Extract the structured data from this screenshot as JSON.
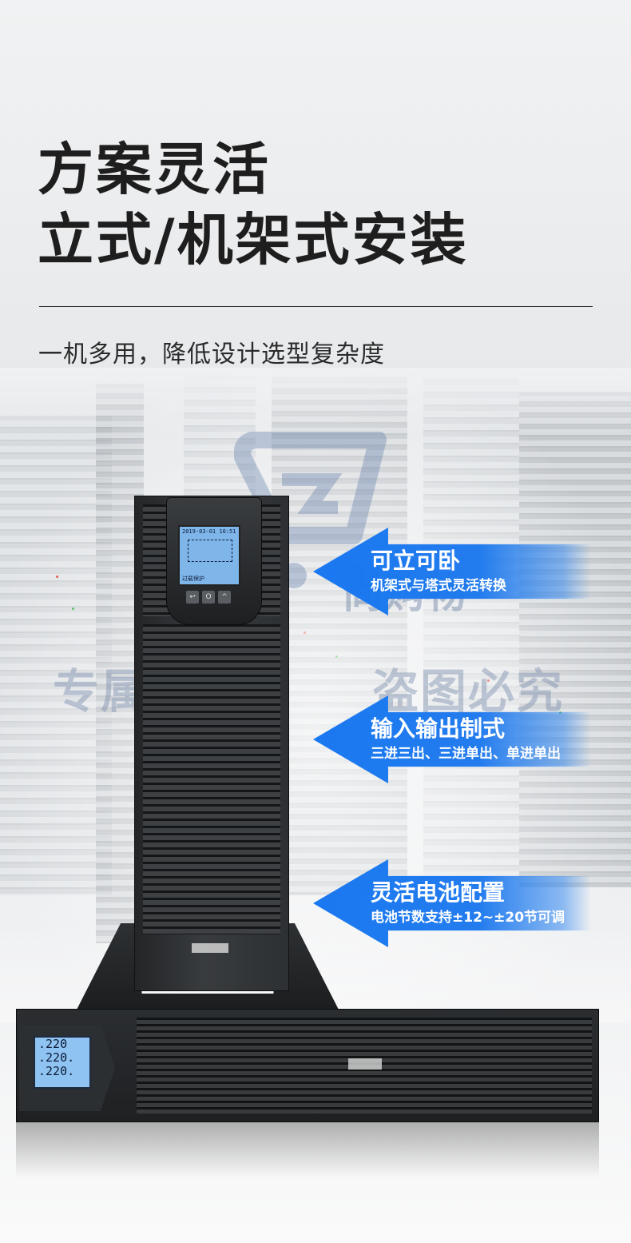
{
  "hero": {
    "title_line1": "方案灵活",
    "title_line2": "立式/机架式安装",
    "subtitle": "一机多用，降低设计选型复杂度"
  },
  "watermark": {
    "brand": "尚购物",
    "left_text": "专属主图",
    "right_text": "盗图必究",
    "color": "#6f84a6"
  },
  "tower_ups": {
    "lcd_top": "2019-03-01  10:51",
    "lcd_bottom": "过载保护",
    "buttons": [
      "↩",
      "O",
      "^"
    ]
  },
  "rack_ups": {
    "lcd_lines": [
      ".220",
      ".220.",
      ".220."
    ]
  },
  "features": [
    {
      "title": "可立可卧",
      "desc": "机架式与塔式灵活转换"
    },
    {
      "title": "输入输出制式",
      "desc": "三进三出、三进单出、单进单出"
    },
    {
      "title": "灵活电池配置",
      "desc": "电池节数支持±12~±20节可调"
    }
  ],
  "colors": {
    "accent": "#1a78f0",
    "title": "#1e1e1e",
    "background": "#eceef0"
  }
}
